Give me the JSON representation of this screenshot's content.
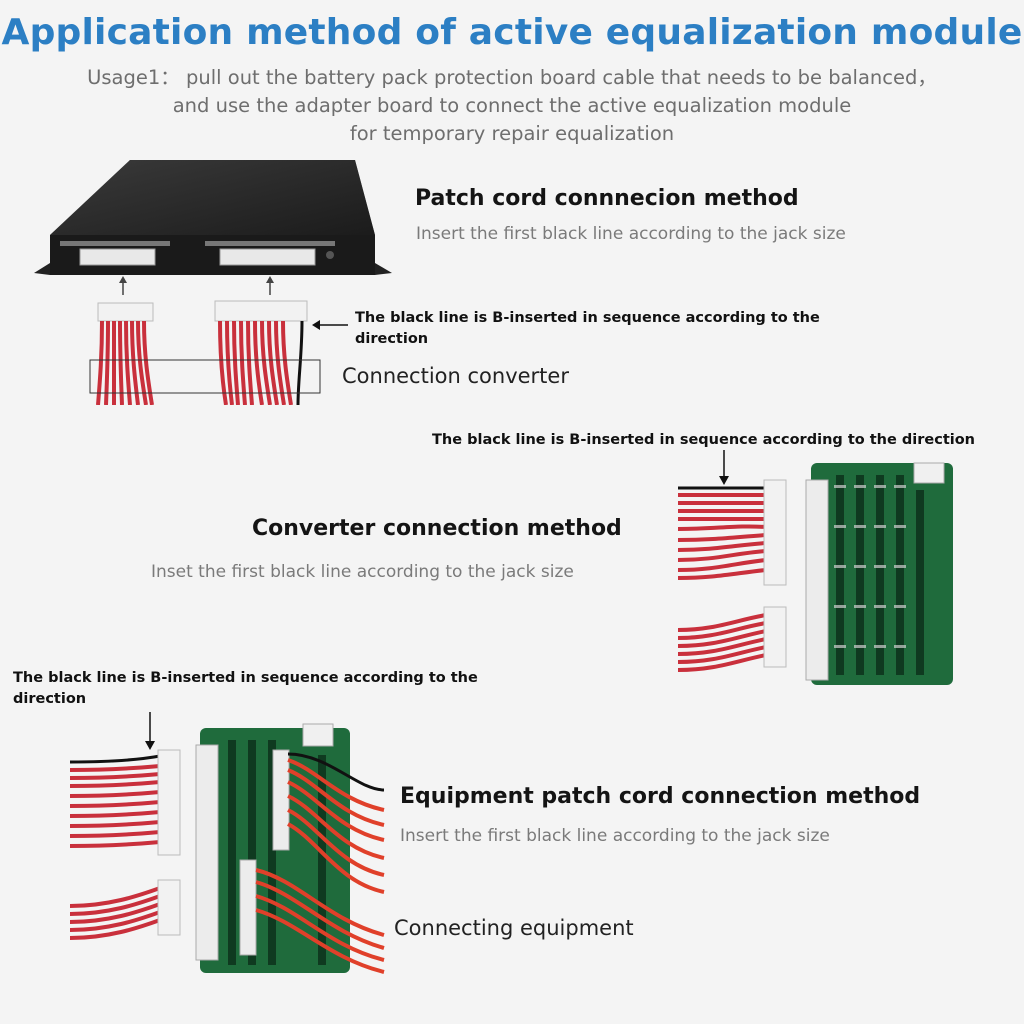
{
  "title": "Application method of active equalization module",
  "usage": {
    "line1": "Usage1： pull out the battery pack protection board cable that needs to be balanced，",
    "line2": "and use the adapter board to connect the active equalization module",
    "line3": "for temporary repair equalization"
  },
  "section1": {
    "heading": "Patch cord connnecion method",
    "subtext": "Insert the first black line according to the jack size",
    "note_line1": "The black line is B-inserted in sequence according to the",
    "note_line2": "direction",
    "label": "Connection converter"
  },
  "section2": {
    "note": "The black line is B-inserted in sequence according to the direction",
    "heading": "Converter connection method",
    "subtext": "Inset the first black line according to the jack size"
  },
  "section3": {
    "note_line1": "The black line is B-inserted in sequence according to the",
    "note_line2": "direction",
    "heading": "Equipment patch cord connection method",
    "subtext": "Insert the first black line according to the jack size",
    "label": "Connecting equipment"
  },
  "colors": {
    "title_blue": "#2c7fc4",
    "wire_red": "#c9303c",
    "pcb_green": "#1f6b3c",
    "device_black": "#1a1a1a"
  }
}
